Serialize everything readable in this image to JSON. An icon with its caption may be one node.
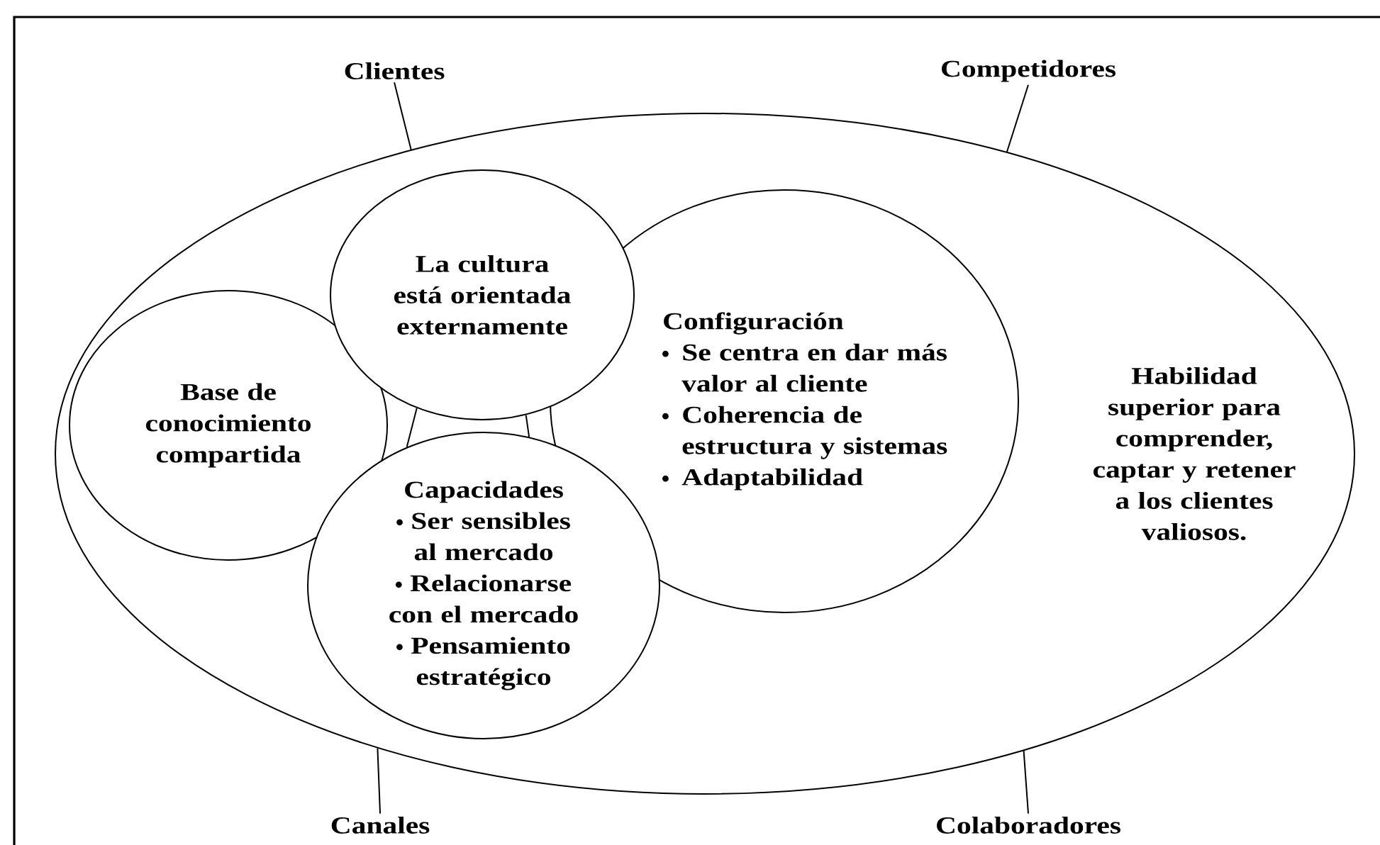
{
  "diagram": {
    "nodes": [
      {
        "text": [
          "Clientes"
        ]
      },
      {
        "text": [
          "Competidores"
        ]
      },
      {
        "text": [
          "Habilidad superior para comprender, captar y retener a los clientes valiosos."
        ]
      },
      {
        "text": [
          "La cultura está orientada externamente"
        ],
        "in": 2
      },
      {
        "text": [
          "Configuración",
          "Se centra en dar más valor al cliente",
          "Coherencia de estructura y sistemas",
          "Adaptabilidad"
        ],
        "in": 2
      },
      {
        "text": [
          "Base de conocimiento compartida"
        ],
        "in": 2
      },
      {
        "text": [
          "Capacidades",
          "Ser sensibles al mercado",
          "Relacionarse con el mercado",
          "Pensamiento estratégico"
        ],
        "in": 2
      },
      {
        "text": [
          "Canales"
        ]
      },
      {
        "text": [
          "Colaboradores"
        ]
      }
    ],
    "edges": [
      {
        "from": 0,
        "to": 2,
        "arrow": "none"
      },
      {
        "from": 1,
        "to": 2,
        "arrow": "none"
      },
      {
        "from": 7,
        "to": 2,
        "arrow": "none"
      },
      {
        "from": 8,
        "to": 2,
        "arrow": "none"
      },
      {
        "from": 3,
        "to": 6,
        "arrow": "none"
      },
      {
        "from": 3,
        "to": 6,
        "arrow": "none"
      }
    ]
  }
}
